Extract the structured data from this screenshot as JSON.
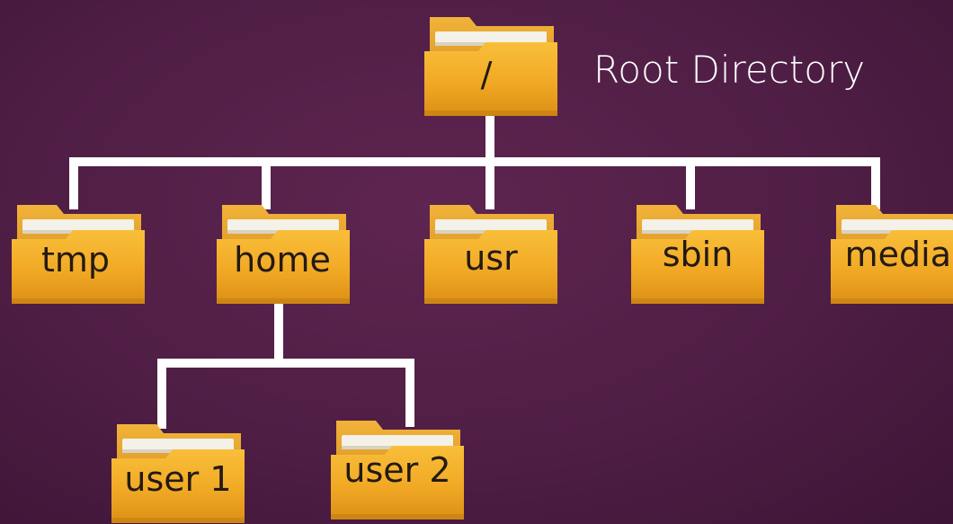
{
  "root": {
    "name": "/",
    "caption": "Root Directory"
  },
  "children": [
    {
      "name": "tmp"
    },
    {
      "name": "home"
    },
    {
      "name": "usr"
    },
    {
      "name": "sbin"
    },
    {
      "name": "media"
    }
  ],
  "home_children": [
    {
      "name": "user 1"
    },
    {
      "name": "user 2"
    }
  ],
  "colors": {
    "background": "#4f1e45",
    "folder_body": "#f3ad2a",
    "folder_tab": "#d9961f",
    "connector": "#ffffff",
    "label_text": "#241a14"
  },
  "icons": {
    "folder": "folder-icon"
  }
}
